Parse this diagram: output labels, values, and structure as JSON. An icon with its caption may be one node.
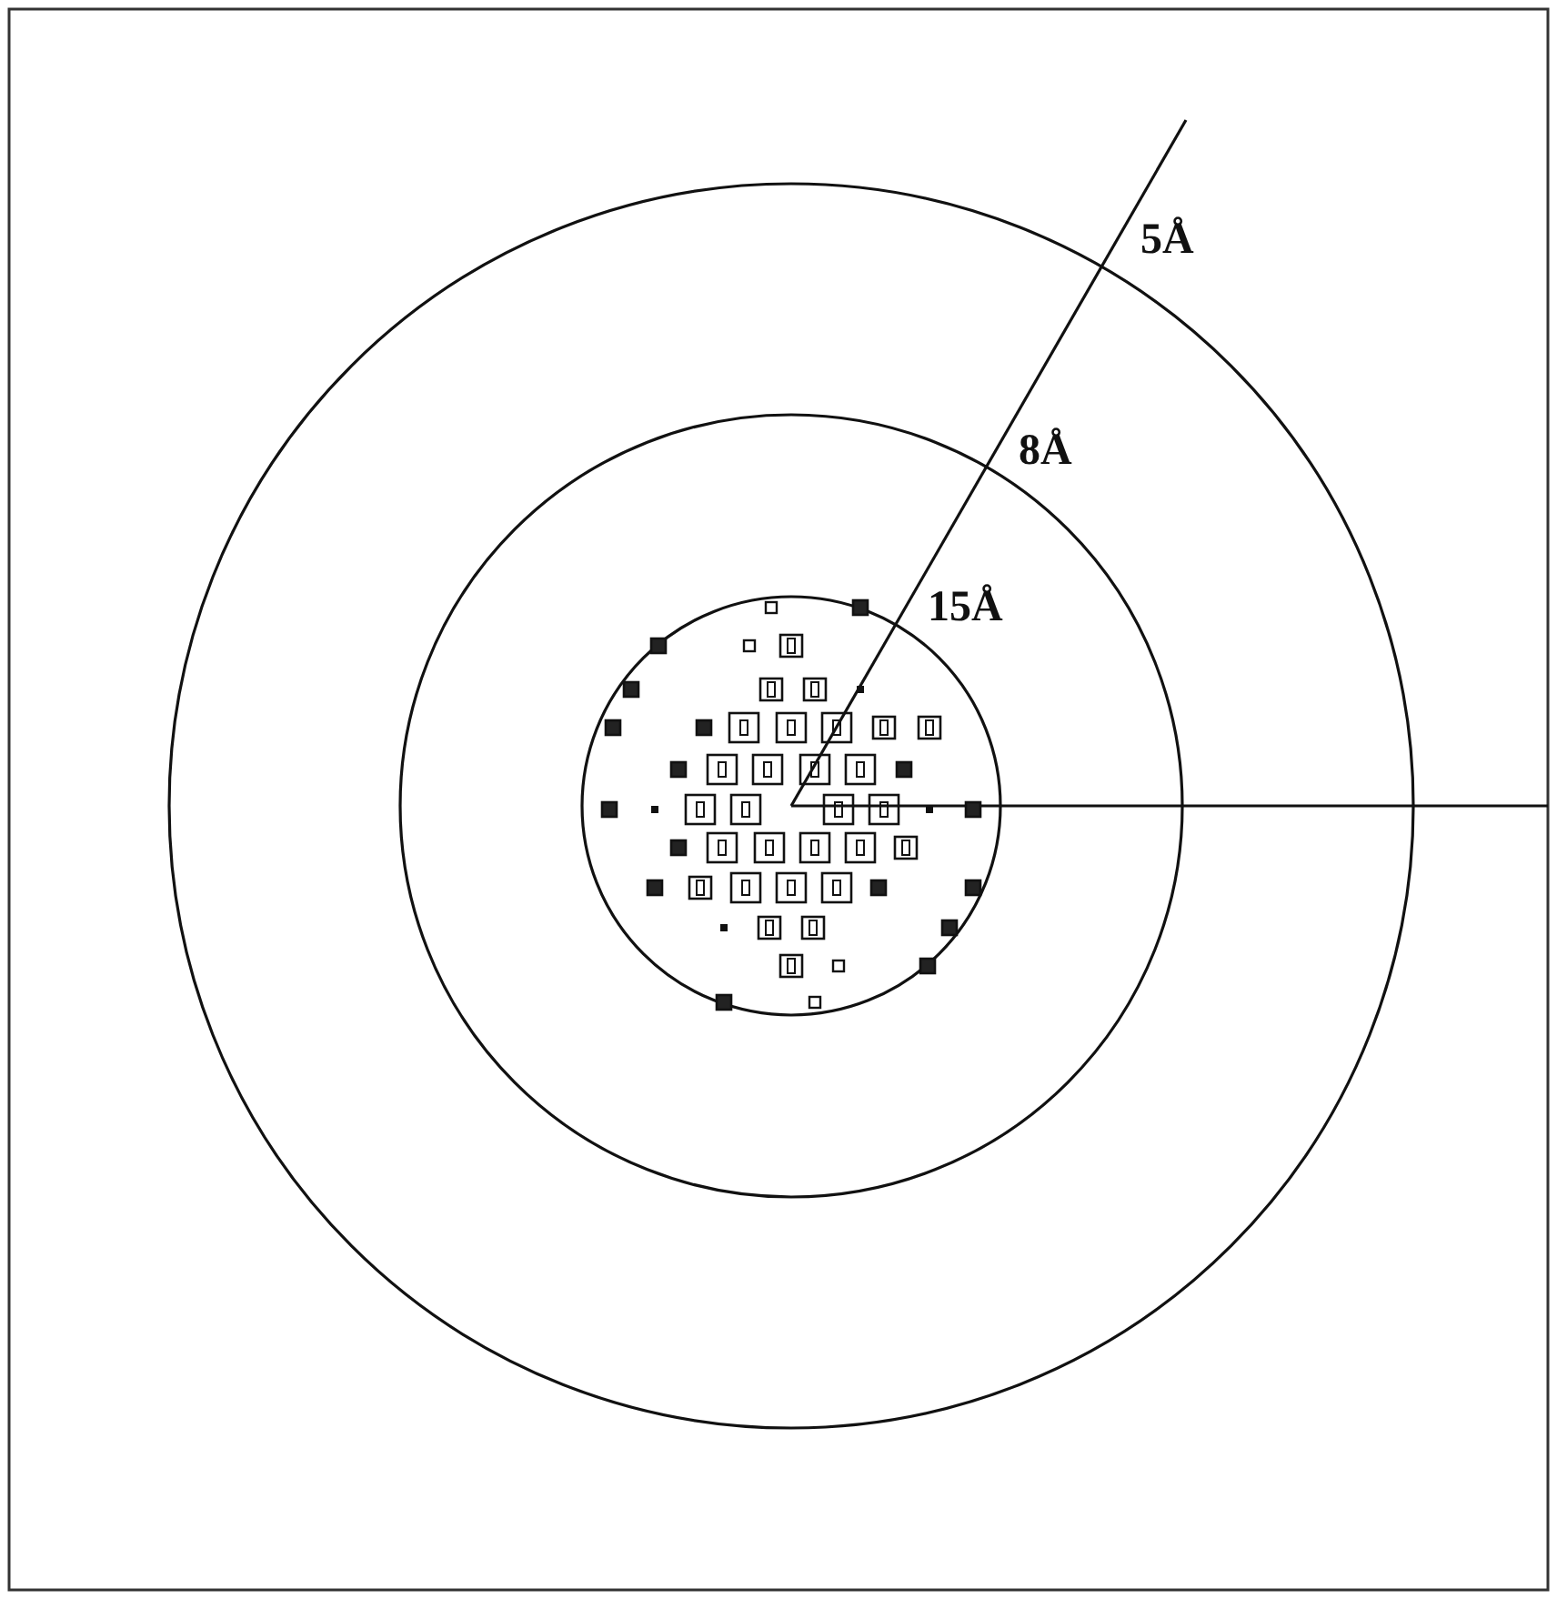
{
  "diagram": {
    "labels": [
      "5Å",
      "8Å",
      "15Å"
    ]
  }
}
